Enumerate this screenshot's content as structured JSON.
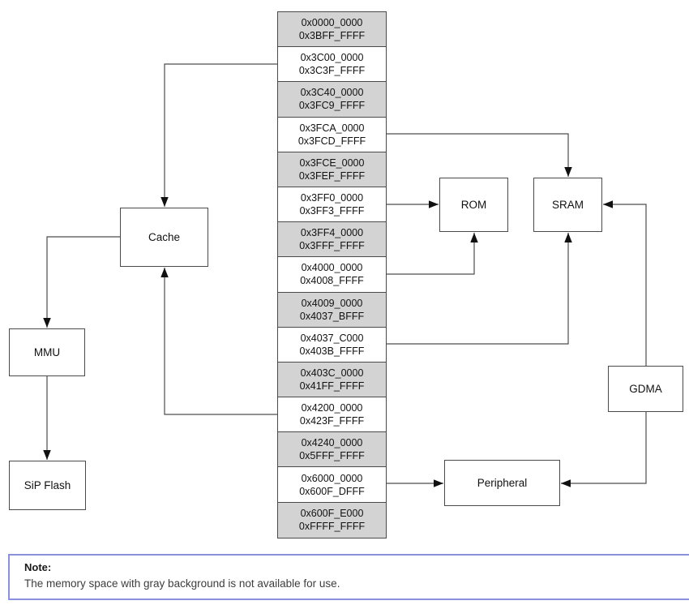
{
  "memory_map": {
    "blocks": [
      {
        "start": "0x0000_0000",
        "end": "0x3BFF_FFFF",
        "available": false
      },
      {
        "start": "0x3C00_0000",
        "end": "0x3C3F_FFFF",
        "available": true
      },
      {
        "start": "0x3C40_0000",
        "end": "0x3FC9_FFFF",
        "available": false
      },
      {
        "start": "0x3FCA_0000",
        "end": "0x3FCD_FFFF",
        "available": true
      },
      {
        "start": "0x3FCE_0000",
        "end": "0x3FEF_FFFF",
        "available": false
      },
      {
        "start": "0x3FF0_0000",
        "end": "0x3FF3_FFFF",
        "available": true
      },
      {
        "start": "0x3FF4_0000",
        "end": "0x3FFF_FFFF",
        "available": false
      },
      {
        "start": "0x4000_0000",
        "end": "0x4008_FFFF",
        "available": true
      },
      {
        "start": "0x4009_0000",
        "end": "0x4037_BFFF",
        "available": false
      },
      {
        "start": "0x4037_C000",
        "end": "0x403B_FFFF",
        "available": true
      },
      {
        "start": "0x403C_0000",
        "end": "0x41FF_FFFF",
        "available": false
      },
      {
        "start": "0x4200_0000",
        "end": "0x423F_FFFF",
        "available": true
      },
      {
        "start": "0x4240_0000",
        "end": "0x5FFF_FFFF",
        "available": false
      },
      {
        "start": "0x6000_0000",
        "end": "0x600F_DFFF",
        "available": true
      },
      {
        "start": "0x600F_E000",
        "end": "0xFFFF_FFFF",
        "available": false
      }
    ]
  },
  "components": {
    "cache": "Cache",
    "mmu": "MMU",
    "sip_flash": "SiP Flash",
    "rom": "ROM",
    "sram": "SRAM",
    "gdma": "GDMA",
    "peripheral": "Peripheral"
  },
  "note": {
    "title": "Note:",
    "body": "The memory space with gray background is not available for use."
  },
  "colors": {
    "unavailable_fill": "#d3d3d3",
    "available_fill": "#ffffff",
    "block_border": "#4a4a4a",
    "connector": "#4d4d4d",
    "arrowhead": "#111111",
    "note_border": "#8b90dc"
  }
}
